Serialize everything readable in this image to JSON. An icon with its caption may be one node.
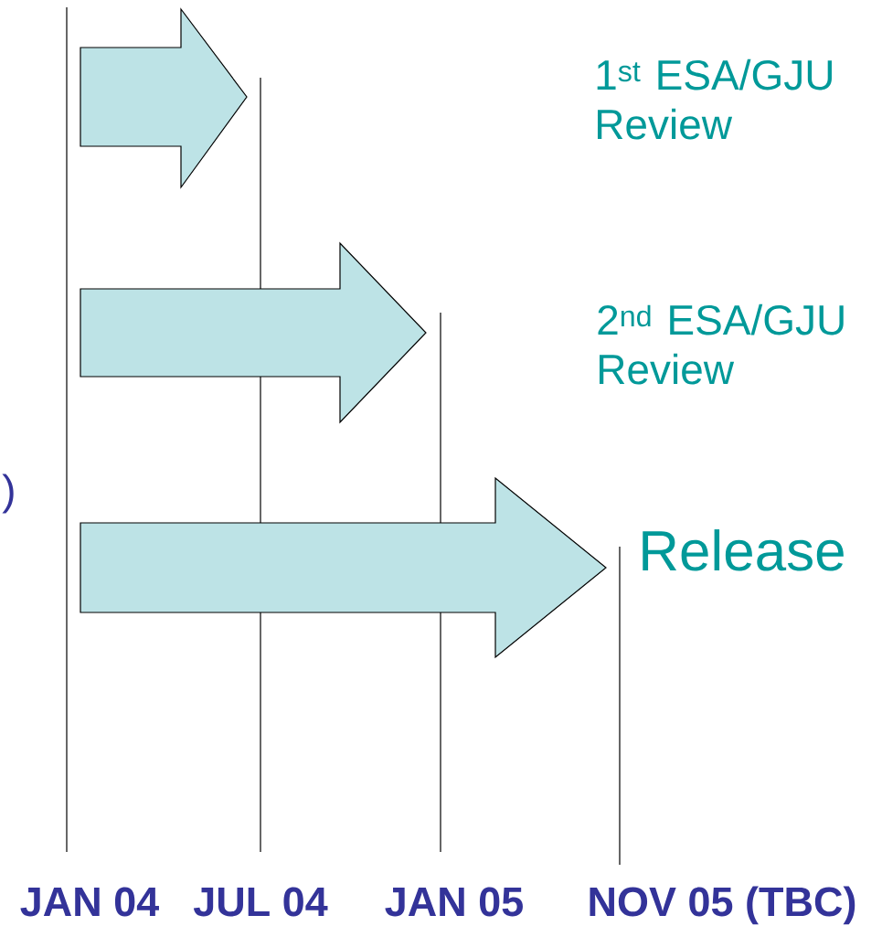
{
  "diagram": {
    "nodes": [
      {
        "text": [],
        "shape": "arrow"
      },
      {
        "text": [],
        "shape": "arrow"
      },
      {
        "text": [],
        "shape": "arrow"
      }
    ],
    "edges": [],
    "labels": [
      "1$^{st}$ ESA/GJU Review",
      "2$^{nd}$ ESA/GJU Review",
      ")",
      "Release",
      "JAN 04",
      "JUL 04",
      "JAN 05",
      "NOV 05 (TBC)"
    ]
  }
}
